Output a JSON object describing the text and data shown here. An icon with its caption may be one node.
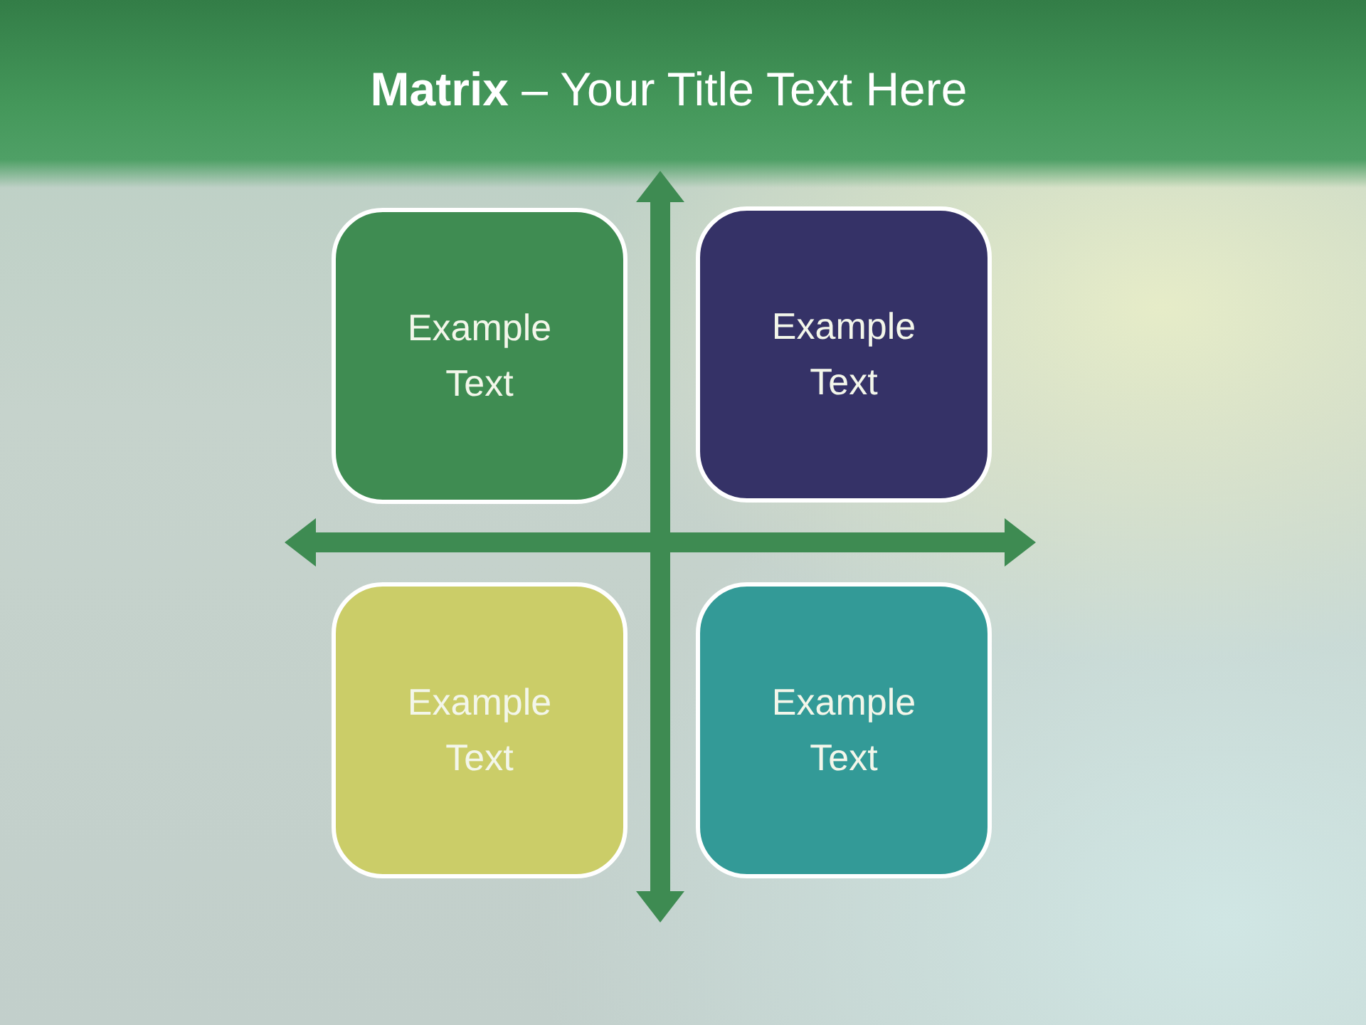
{
  "diagram": {
    "title": "**Matrix** – Your Title Text Here",
    "nodes": [
      {
        "text": [
          "Example Text"
        ]
      },
      {
        "text": [
          "Example Text"
        ]
      },
      {
        "text": [
          "Example Text"
        ]
      },
      {
        "text": [
          "Example Text"
        ]
      }
    ]
  }
}
